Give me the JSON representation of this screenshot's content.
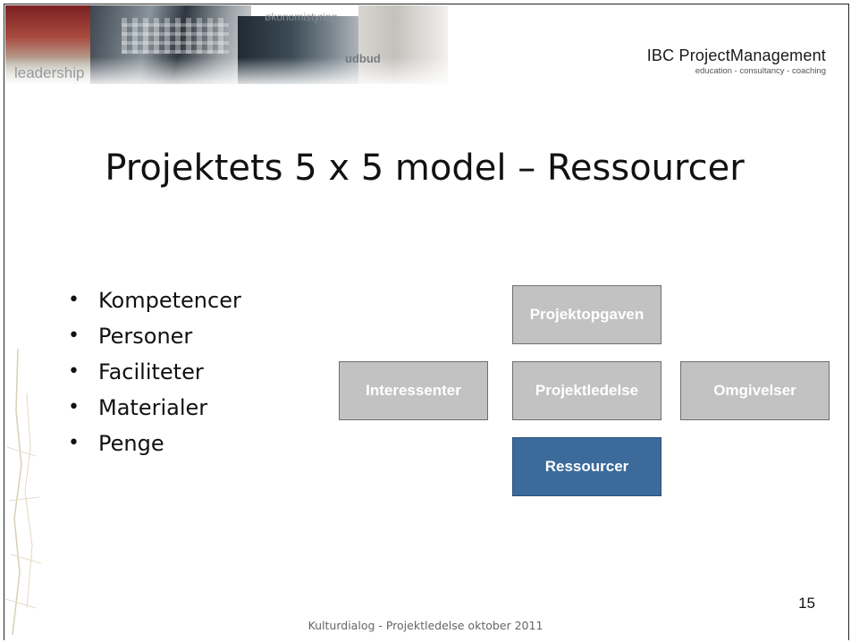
{
  "header": {
    "banner_words": {
      "leadership": "leadership",
      "styring": "økonomistyring",
      "udbud": "udbud"
    },
    "logo": {
      "brand": "IBC ProjectManagement",
      "tagline": "education - consultancy - coaching"
    }
  },
  "slide": {
    "title": "Projektets 5 x 5 model – Ressourcer",
    "bullets": [
      "Kompetencer",
      "Personer",
      "Faciliteter",
      "Materialer",
      "Penge"
    ],
    "bullet_glyph": "•",
    "model": {
      "top": "Projektopgaven",
      "left": "Interessenter",
      "center": "Projektledelse",
      "right": "Omgivelser",
      "bottom": "Ressourcer",
      "active": "bottom",
      "colors": {
        "inactive": "#c2c2c2",
        "active": "#3b6a9b",
        "text": "#ffffff"
      }
    },
    "page_number": "15",
    "footer": "Kulturdialog - Projektledelse oktober 2011"
  }
}
